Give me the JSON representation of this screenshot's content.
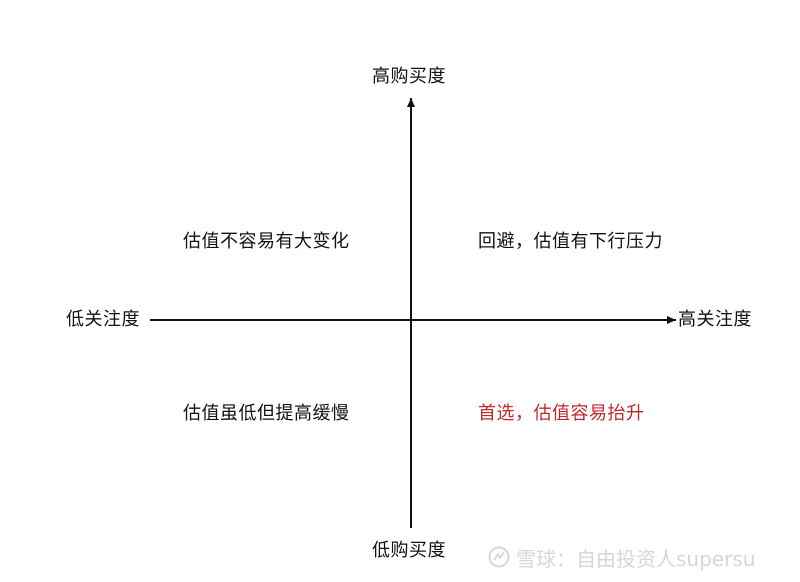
{
  "axes": {
    "top": "高购买度",
    "bottom": "低购买度",
    "left": "低关注度",
    "right": "高关注度"
  },
  "quadrants": {
    "top_left": "估值不容易有大变化",
    "top_right": "回避，估值有下行压力",
    "bottom_left": "估值虽低但提高缓慢",
    "bottom_right": "首选，估值容易抬升"
  },
  "colors": {
    "text": "#111111",
    "highlight": "#c0282d",
    "axis": "#111111",
    "watermark": "#d6d6d6"
  },
  "watermark": {
    "text": "雪球：自由投资人supersu"
  }
}
